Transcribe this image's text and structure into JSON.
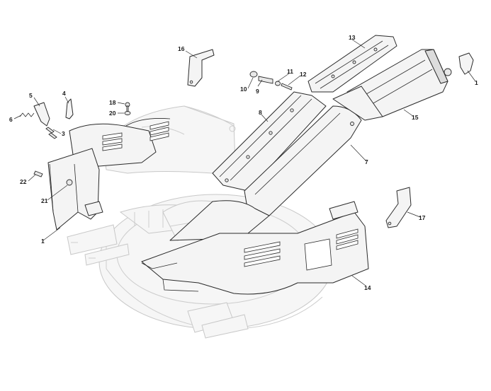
{
  "callouts": [
    {
      "id": "c1a",
      "text": "1"
    },
    {
      "id": "c1b",
      "text": "1"
    },
    {
      "id": "c3",
      "text": "3"
    },
    {
      "id": "c4",
      "text": "4"
    },
    {
      "id": "c5",
      "text": "5"
    },
    {
      "id": "c6",
      "text": "6"
    },
    {
      "id": "c7",
      "text": "7"
    },
    {
      "id": "c8",
      "text": "8"
    },
    {
      "id": "c9",
      "text": "9"
    },
    {
      "id": "c10",
      "text": "10"
    },
    {
      "id": "c11",
      "text": "11"
    },
    {
      "id": "c12",
      "text": "12"
    },
    {
      "id": "c13",
      "text": "13"
    },
    {
      "id": "c14",
      "text": "14"
    },
    {
      "id": "c15",
      "text": "15"
    },
    {
      "id": "c16",
      "text": "16"
    },
    {
      "id": "c17",
      "text": "17"
    },
    {
      "id": "c18",
      "text": "18"
    },
    {
      "id": "c20",
      "text": "20"
    },
    {
      "id": "c21",
      "text": "21"
    },
    {
      "id": "c22",
      "text": "22"
    }
  ]
}
